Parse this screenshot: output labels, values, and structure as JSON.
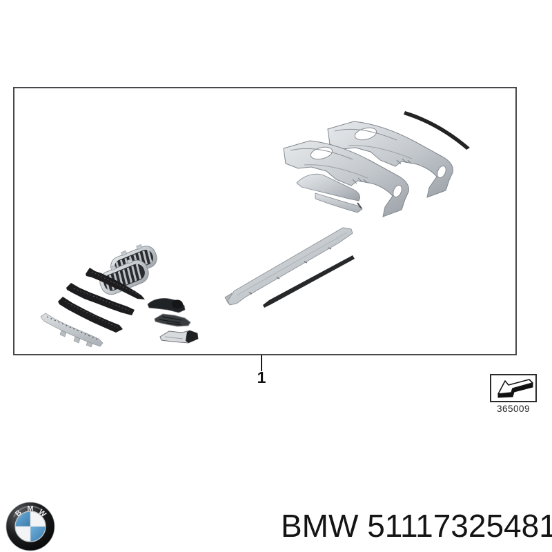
{
  "diagram": {
    "callout_label": "1",
    "stamp": {
      "code": "365009",
      "icon": "corner-arrow-3d-icon"
    }
  },
  "footer": {
    "part_text": "BMW 51117325481",
    "logo": {
      "icon": "bmw-roundel-logo",
      "letters": [
        "B",
        "M",
        "W"
      ]
    }
  },
  "parts": {
    "items": [
      "rear-bumper-diffuser-rear",
      "rear-bumper-diffuser-front",
      "front-lip-trim",
      "kidney-grille-upper",
      "kidney-grille-lower",
      "mesh-trim-strip-1",
      "mesh-trim-strip-2",
      "mesh-trim-strip-3",
      "sill-silver-strip",
      "air-inlet-trim-1",
      "air-inlet-trim-2",
      "air-inlet-trim-3",
      "side-skirt",
      "side-sill-dark-strip",
      "rear-spoiler-strip"
    ]
  },
  "colors": {
    "background": "#ffffff",
    "frame_border": "#46484b",
    "part_silver": "#c6cad0",
    "part_dark": "#1e2022",
    "bmw_blue": "#4e92c6",
    "text": "#141414"
  }
}
